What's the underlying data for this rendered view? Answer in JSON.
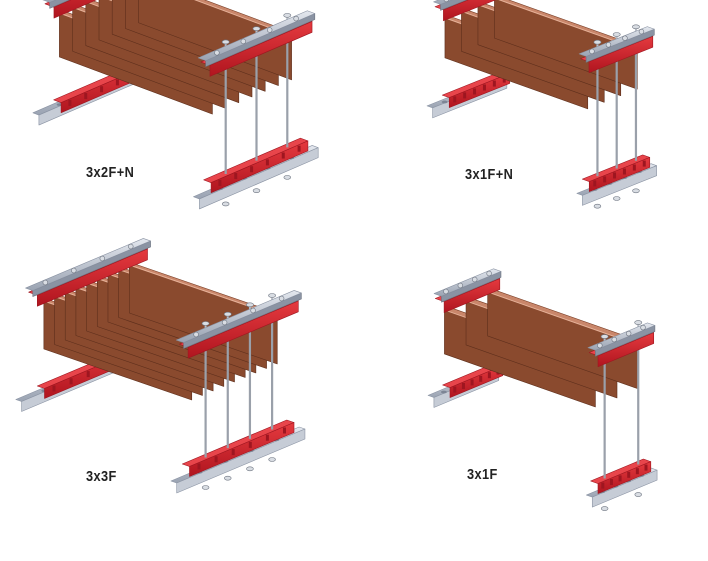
{
  "labels": {
    "top_left": "3x2F+N",
    "top_right": "3x1F+N",
    "bottom_left": "3x3F",
    "bottom_right": "3x1F"
  },
  "colors": {
    "background": "#ffffff",
    "copper": "#8a4a2e",
    "copper_top": "#c9866a",
    "copper_edge": "#e8b39a",
    "insulator_red": "#d0202a",
    "insulator_dark": "#9e1620",
    "rail_steel": "#c6ccd6",
    "rail_dark": "#8a93a3",
    "bolt": "#d9dde3",
    "text": "#222222"
  },
  "assemblies": [
    {
      "name": "3x2F+N",
      "bar_count": 7
    },
    {
      "name": "3x1F+N",
      "bar_count": 4
    },
    {
      "name": "3x3F",
      "bar_count": 9
    },
    {
      "name": "3x1F",
      "bar_count": 3
    }
  ]
}
